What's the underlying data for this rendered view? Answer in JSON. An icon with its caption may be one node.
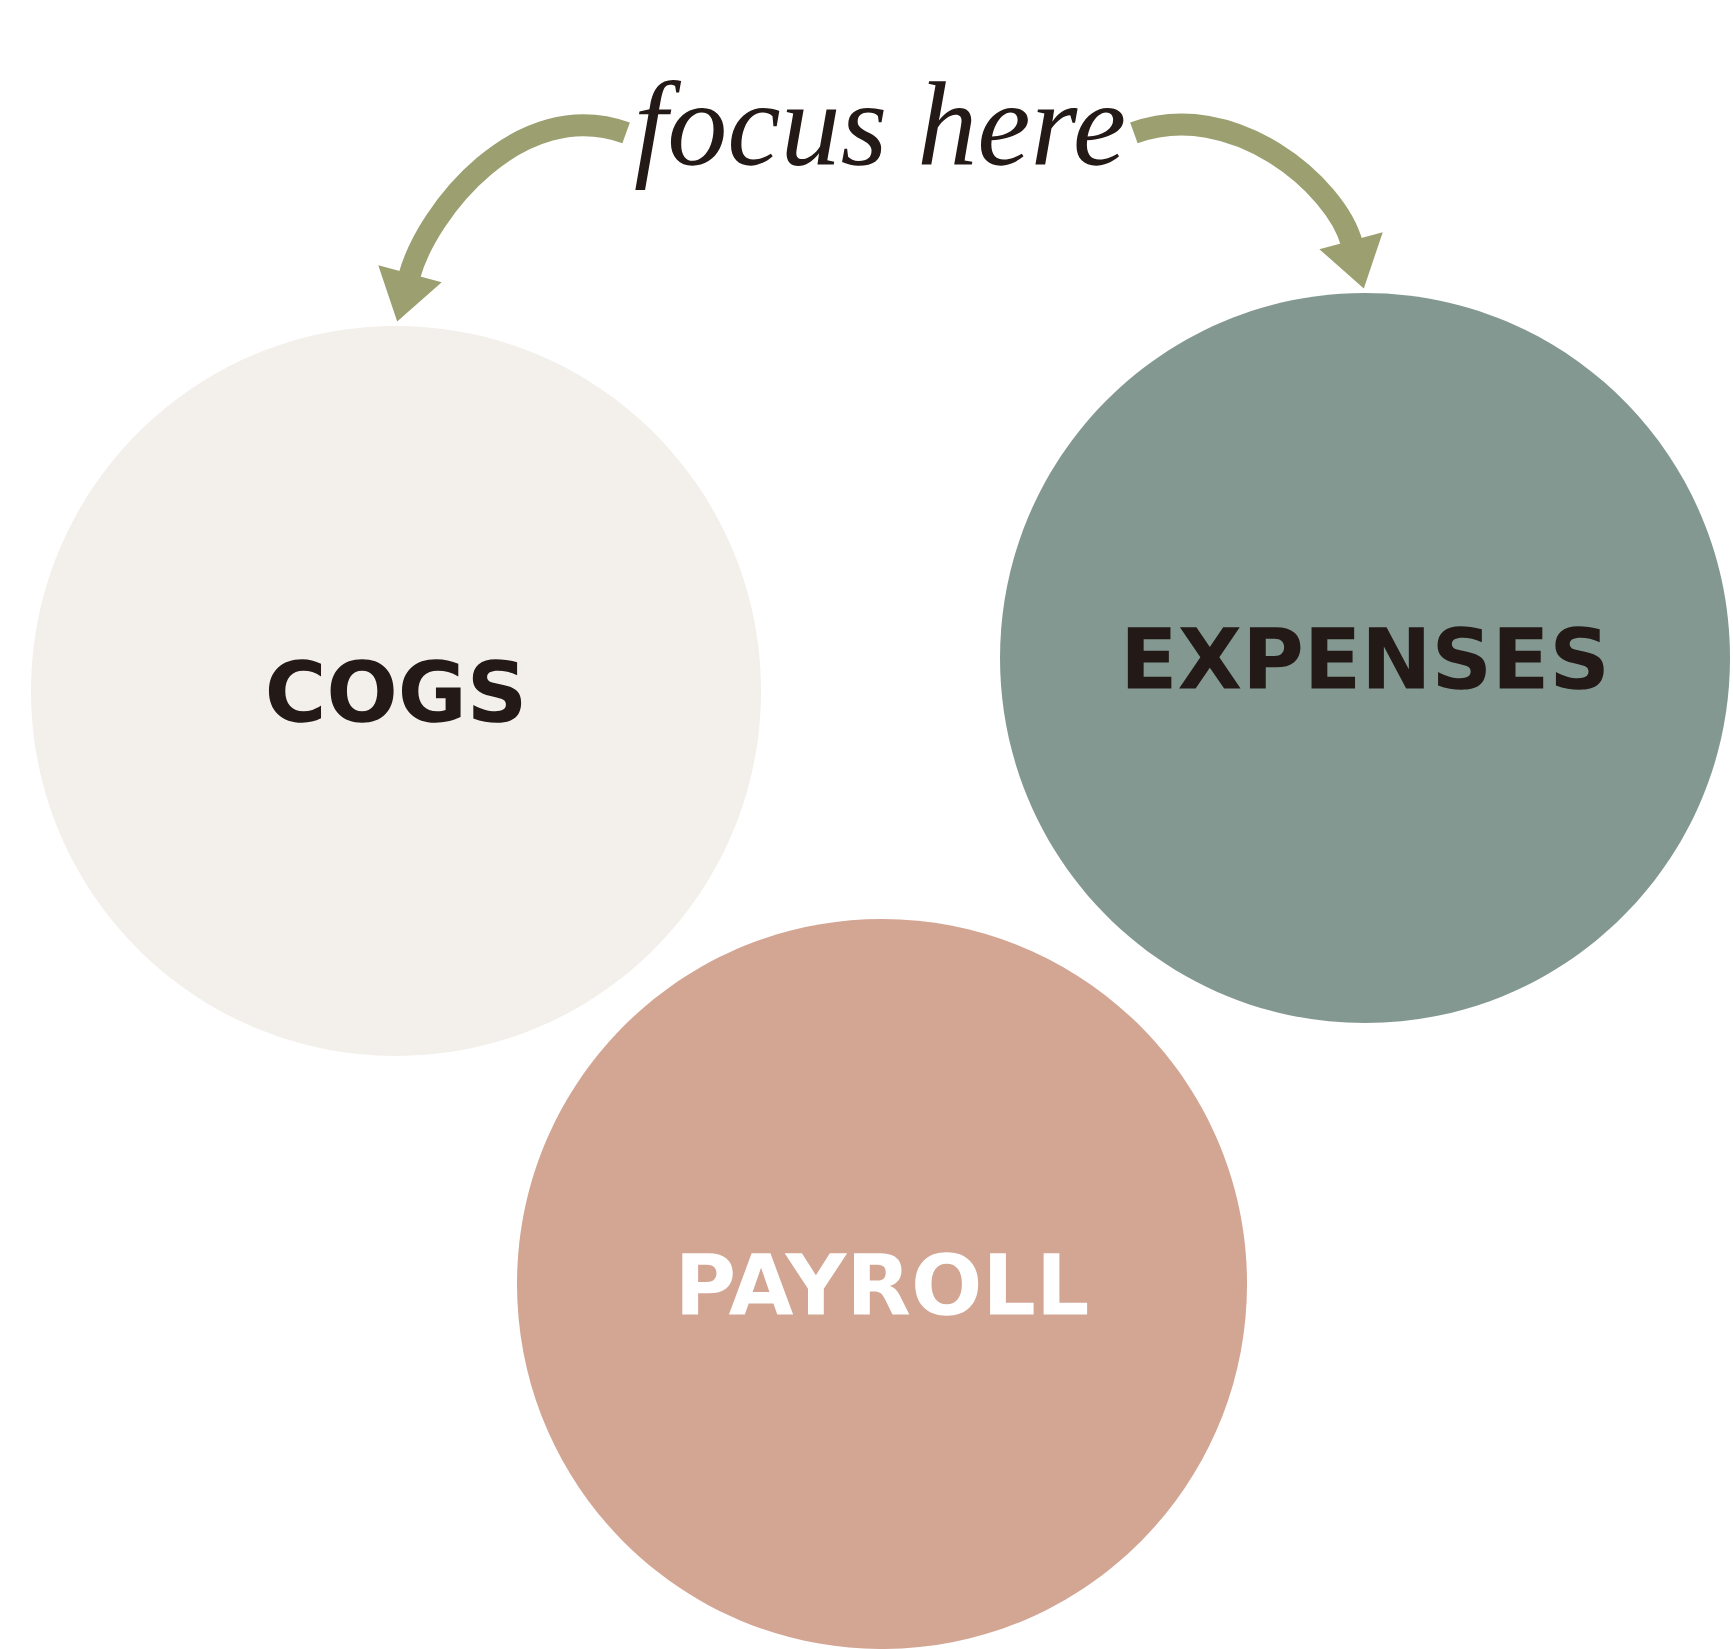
{
  "diagram": {
    "nodes": [
      {
        "text": [
          "focus here"
        ]
      },
      {
        "text": [
          "COGS"
        ]
      },
      {
        "text": [
          "EXPENSES"
        ]
      },
      {
        "text": [
          "PAYROLL"
        ]
      }
    ],
    "edges": [
      {
        "from": 0,
        "to": 1,
        "arrow": "to"
      },
      {
        "from": 0,
        "to": 2,
        "arrow": "to"
      }
    ]
  }
}
